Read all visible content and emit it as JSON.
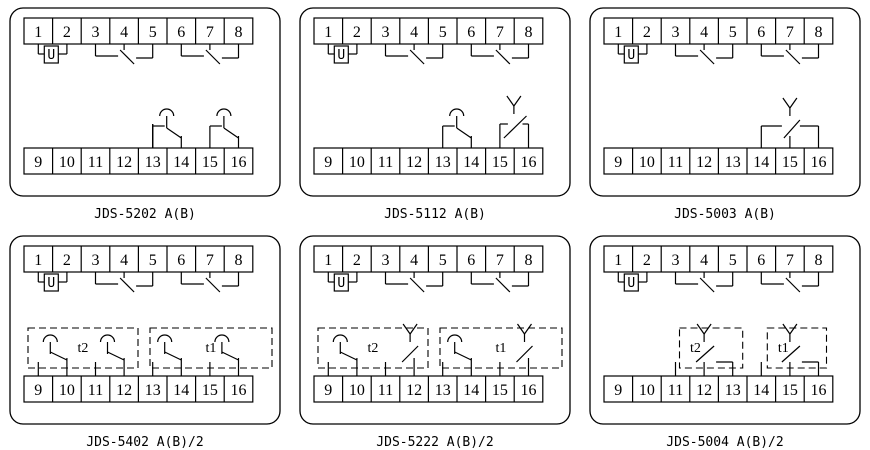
{
  "top_terminals": [
    "1",
    "2",
    "3",
    "4",
    "5",
    "6",
    "7",
    "8"
  ],
  "bottom_terminals": [
    "9",
    "10",
    "11",
    "12",
    "13",
    "14",
    "15",
    "16"
  ],
  "supply_symbol": "U",
  "panels": [
    {
      "model": "JDS-5202 A(B)",
      "timers": []
    },
    {
      "model": "JDS-5112 A(B)",
      "timers": []
    },
    {
      "model": "JDS-5003 A(B)",
      "timers": []
    },
    {
      "model": "JDS-5402 A(B)/2",
      "timers": [
        "t2",
        "t1"
      ]
    },
    {
      "model": "JDS-5222 A(B)/2",
      "timers": [
        "t2",
        "t1"
      ]
    },
    {
      "model": "JDS-5004 A(B)/2",
      "timers": [
        "t2",
        "t1"
      ]
    }
  ]
}
